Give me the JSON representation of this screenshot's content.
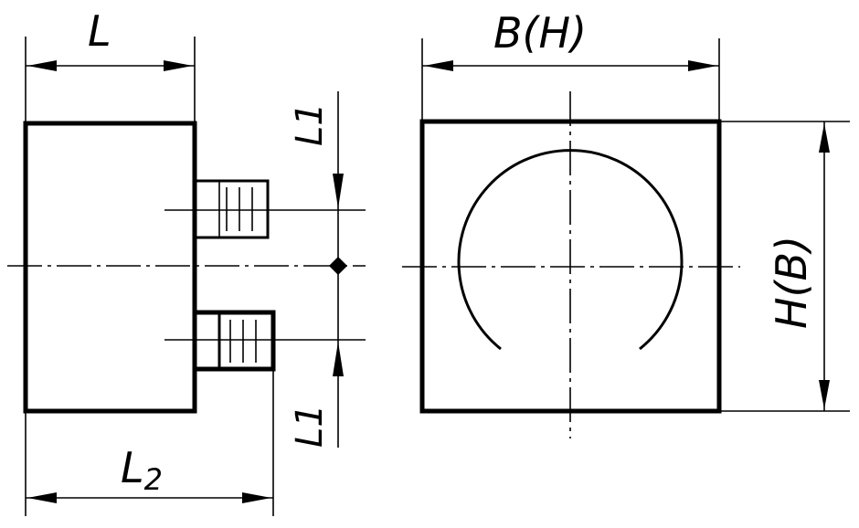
{
  "labels": {
    "L": "L",
    "L1_top": "L1",
    "L1_bottom": "L1",
    "L2_base": "L",
    "L2_sub": "2",
    "BH": "B(H)",
    "HB": "H(B)"
  }
}
